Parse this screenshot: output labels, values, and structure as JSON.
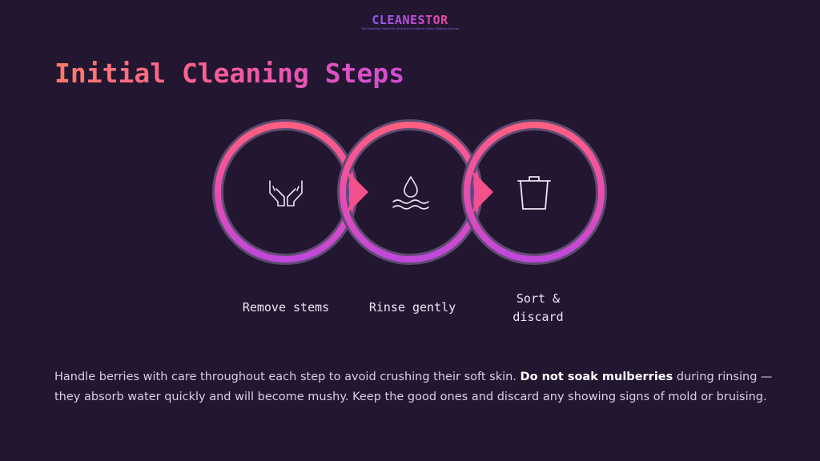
{
  "brand": {
    "name": "CLEANESTOR",
    "tagline": "The Cleaning Choice For All and the Guide for Every Cleaning Journey"
  },
  "title": "Initial Cleaning Steps",
  "steps": [
    {
      "label": "Remove stems",
      "icon": "hands-icon"
    },
    {
      "label": "Rinse gently",
      "icon": "water-drop-icon"
    },
    {
      "label": "Sort & discard",
      "icon": "basket-icon"
    }
  ],
  "paragraph": {
    "before": "Handle berries with care throughout each step to avoid crushing their soft skin. ",
    "bold": "Do not soak mulberries",
    "after": " during rinsing — they absorb water quickly and will become mushy. Keep the good ones and discard any showing signs of mold or bruising."
  },
  "colors": {
    "background": "#231631",
    "gradient_start": "#ff6b6b",
    "gradient_mid": "#f9508f",
    "gradient_end": "#c44fe0",
    "ring_outline": "#5e4b72"
  }
}
